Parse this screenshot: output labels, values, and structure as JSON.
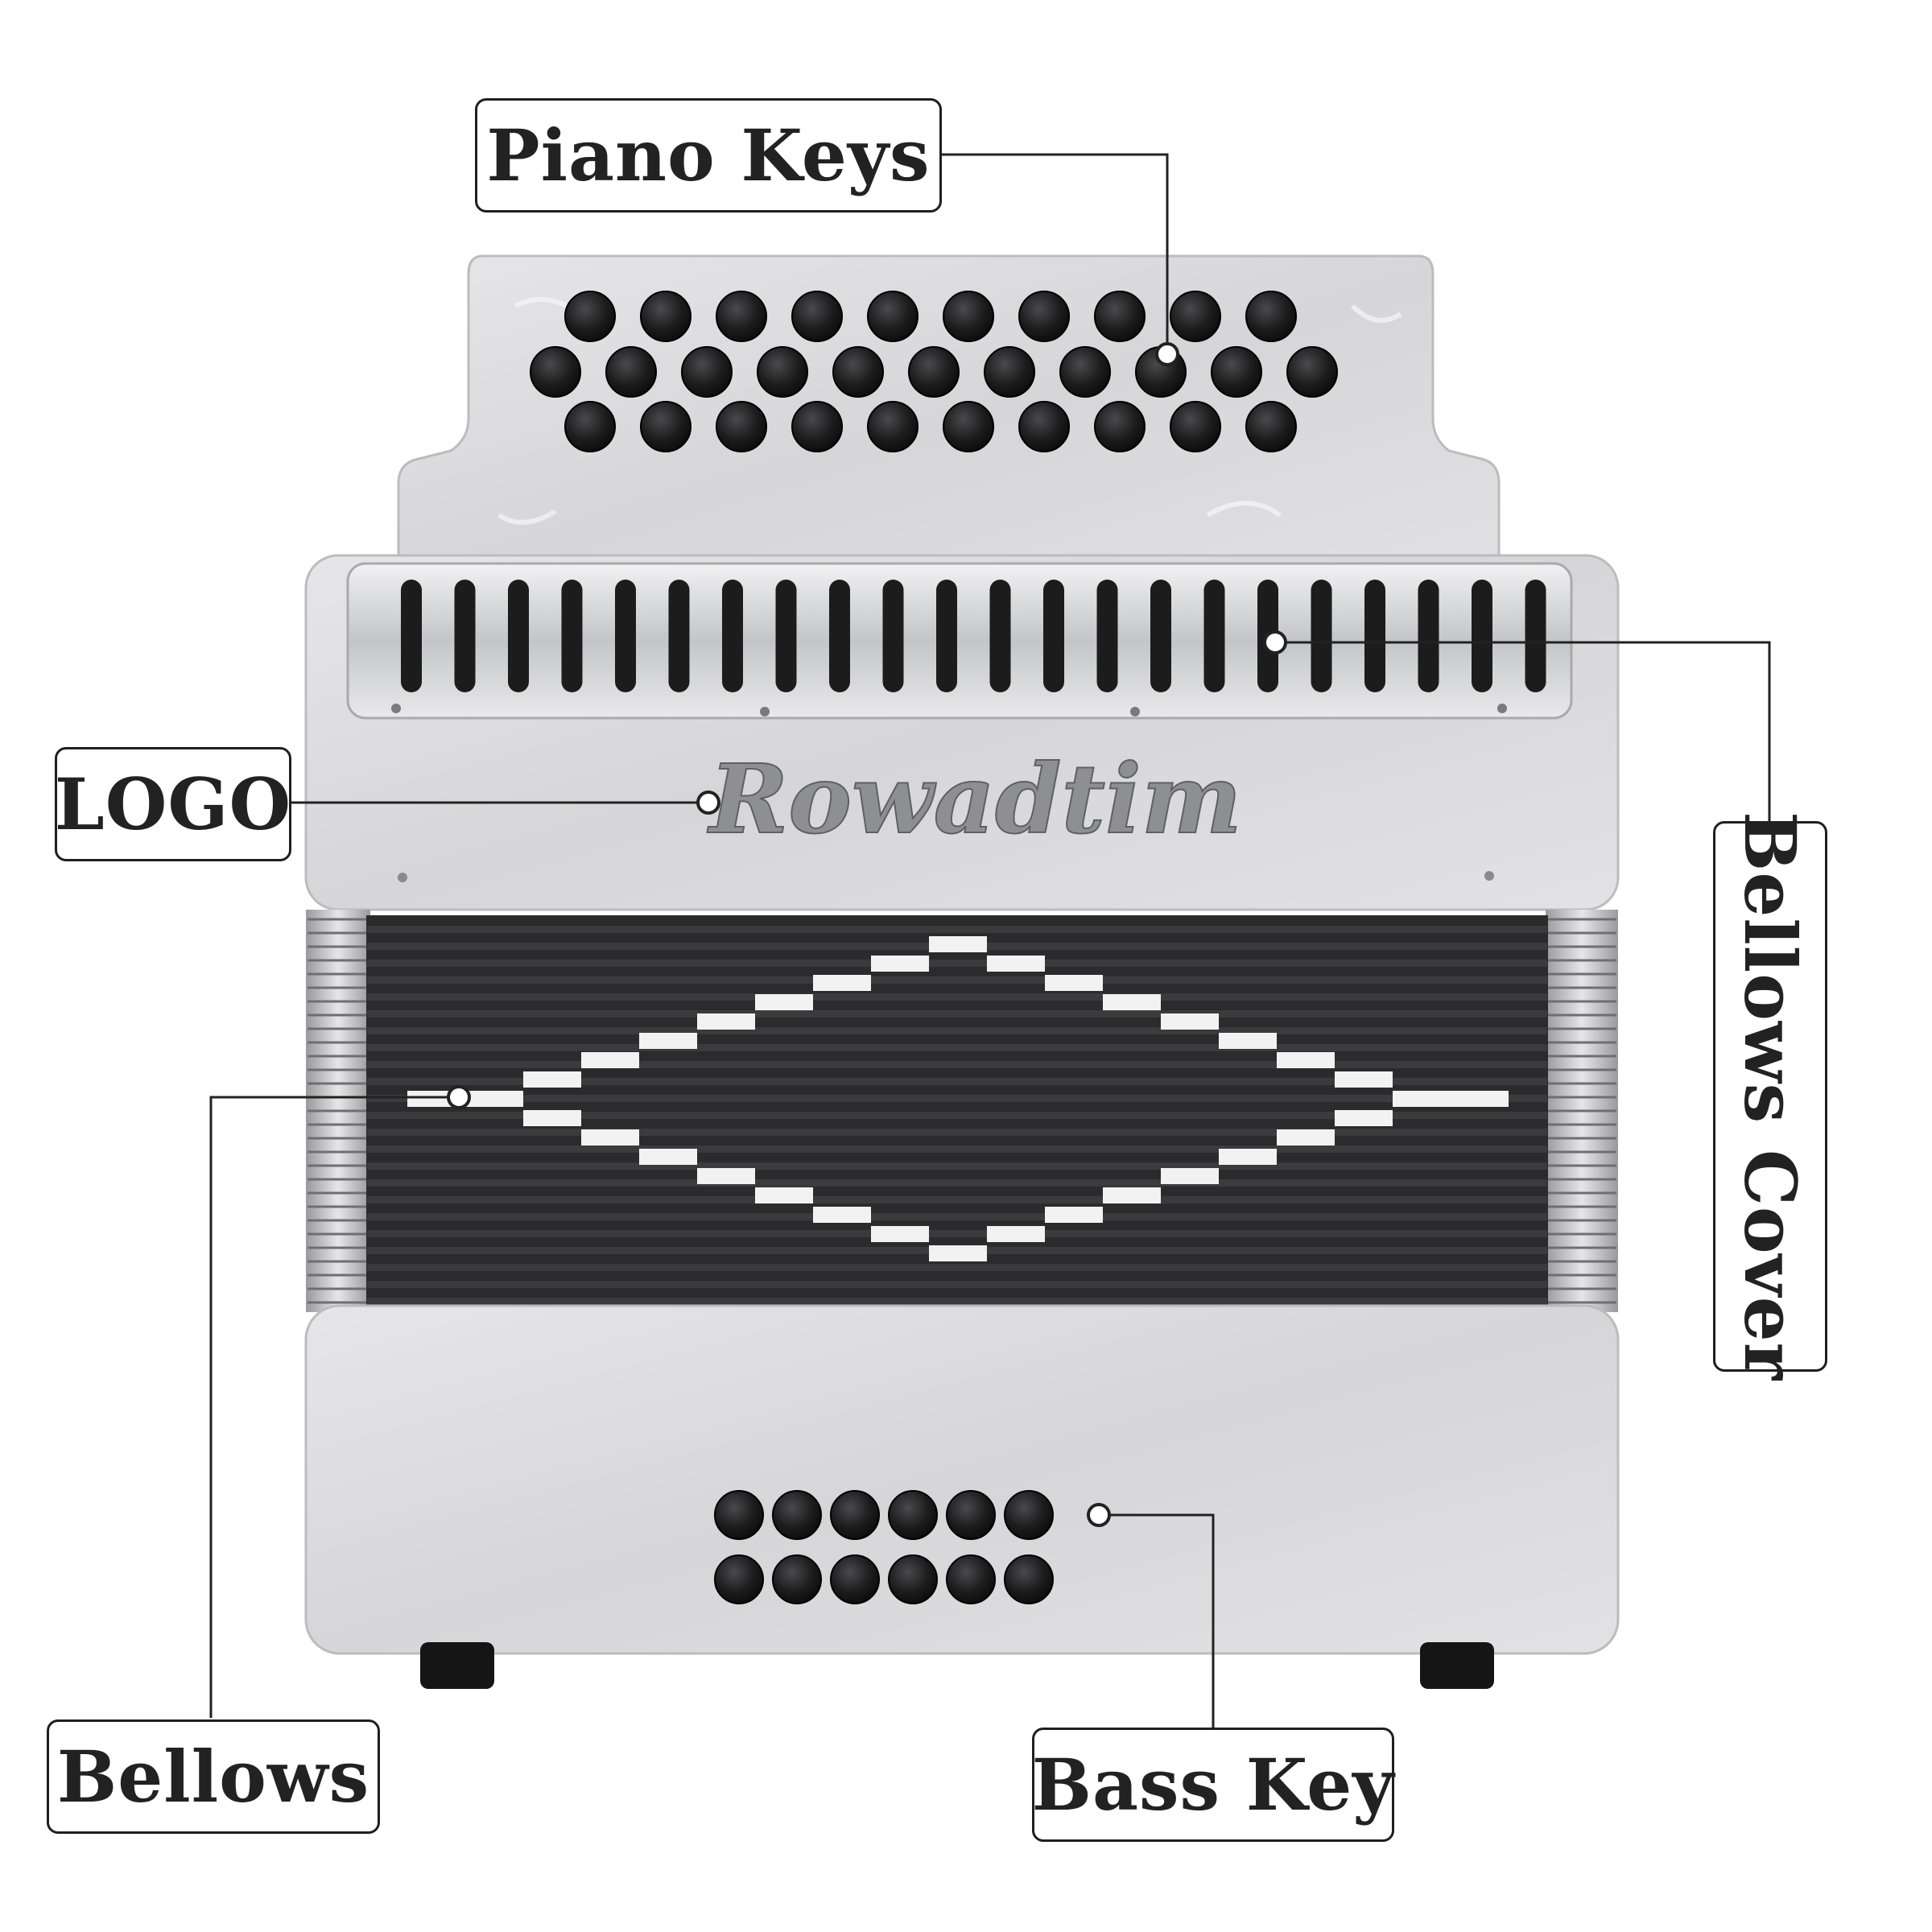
{
  "labels": {
    "piano_keys": "Piano Keys",
    "logo": "LOGO",
    "bellows_cover": "Bellows Cover",
    "bellows": "Bellows",
    "bass_key": "Bass Key"
  },
  "brand": {
    "name": "Rowadtim"
  },
  "colors": {
    "body": "#dcdcde",
    "bellows": "#2b2b2d",
    "bellows_pattern": "#f2f2f2",
    "buttons": "#1a1a1a",
    "grille": "#c9cacc",
    "outline": "#1f1f1f"
  },
  "icons": {
    "treble_button": "round-black-button",
    "bass_button": "round-black-button",
    "leader_dot": "circle-marker"
  },
  "counts": {
    "treble_rows": [
      10,
      11,
      10
    ],
    "bass_rows": [
      6,
      6
    ]
  }
}
